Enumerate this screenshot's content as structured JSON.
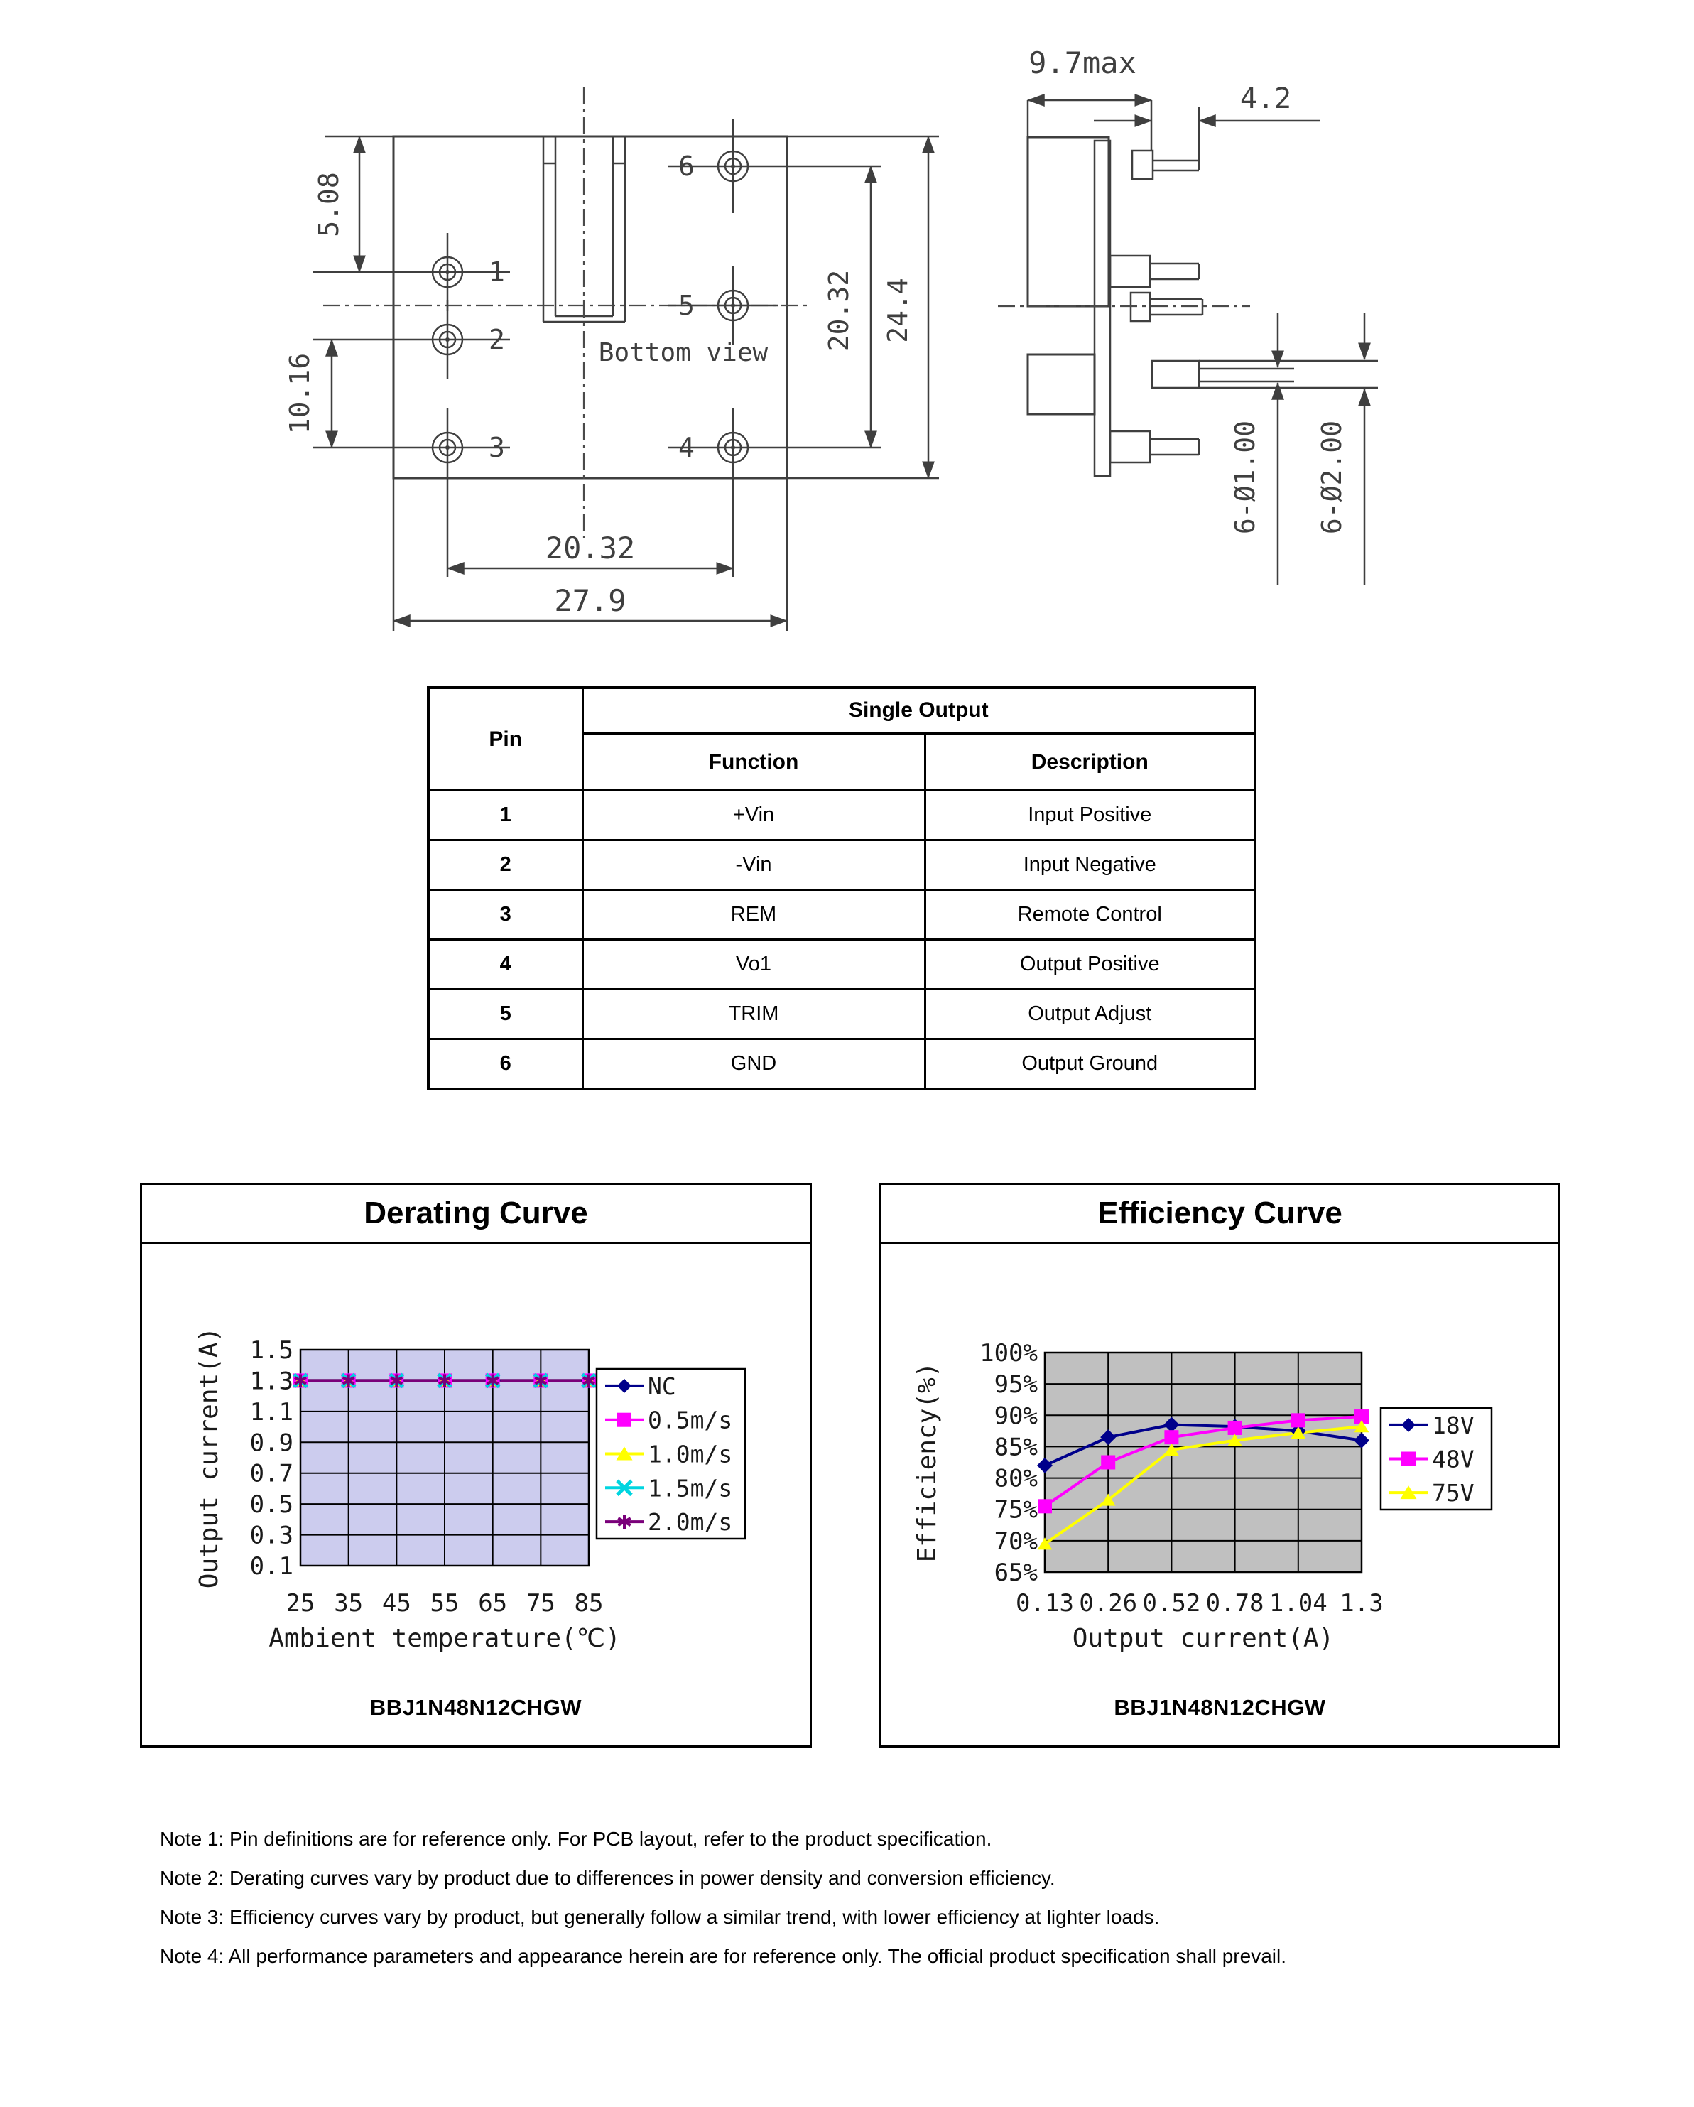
{
  "mech": {
    "bottom_view": {
      "caption": "Bottom view",
      "pin_labels": [
        "1",
        "2",
        "3",
        "4",
        "5",
        "6"
      ],
      "dim_top_offset": "5.08",
      "dim_left_pitch": "10.16",
      "dim_pin_span_h": "20.32",
      "dim_body_width": "27.9",
      "dim_pin_span_v": "20.32",
      "dim_body_height": "24.4"
    },
    "side_view": {
      "dim_depth": "9.7max",
      "dim_pin_length": "4.2",
      "dim_pin_dia_small": "6-Ø1.00",
      "dim_pin_dia_large": "6-Ø2.00"
    }
  },
  "pin_table": {
    "col_pin": "Pin",
    "group_header": "Single Output",
    "col_function": "Function",
    "col_description": "Description",
    "rows": [
      {
        "pin": "1",
        "function": "+Vin",
        "description": "Input Positive"
      },
      {
        "pin": "2",
        "function": "-Vin",
        "description": "Input Negative"
      },
      {
        "pin": "3",
        "function": "REM",
        "description": "Remote Control"
      },
      {
        "pin": "4",
        "function": "Vo1",
        "description": "Output Positive"
      },
      {
        "pin": "5",
        "function": "TRIM",
        "description": "Output Adjust"
      },
      {
        "pin": "6",
        "function": "GND",
        "description": "Output Ground"
      }
    ]
  },
  "chart_data": [
    {
      "type": "line",
      "title": "Derating Curve",
      "model": "BBJ1N48N12CHGW",
      "xlabel": "Ambient temperature(℃)",
      "ylabel": "Output current(A)",
      "x": [
        25,
        35,
        45,
        55,
        65,
        75,
        85
      ],
      "x_ticks": [
        "25",
        "35",
        "45",
        "55",
        "65",
        "75",
        "85"
      ],
      "y_ticks": [
        "1.5",
        "1.3",
        "1.1",
        "0.9",
        "0.7",
        "0.5",
        "0.3",
        "0.1"
      ],
      "ylim": [
        0.1,
        1.5
      ],
      "grid": true,
      "plot_bg": "#ccccee",
      "legend_position": "right",
      "series": [
        {
          "name": "NC",
          "color": "#00008b",
          "marker": "diamond",
          "values": [
            1.3,
            1.3,
            1.3,
            1.3,
            1.3,
            1.3,
            1.3
          ]
        },
        {
          "name": "0.5m/s",
          "color": "#ff00ff",
          "marker": "square",
          "values": [
            1.3,
            1.3,
            1.3,
            1.3,
            1.3,
            1.3,
            1.3
          ]
        },
        {
          "name": "1.0m/s",
          "color": "#ffff00",
          "marker": "triangle",
          "values": [
            1.3,
            1.3,
            1.3,
            1.3,
            1.3,
            1.3,
            1.3
          ]
        },
        {
          "name": "1.5m/s",
          "color": "#00d5e0",
          "marker": "x",
          "values": [
            1.3,
            1.3,
            1.3,
            1.3,
            1.3,
            1.3,
            1.3
          ]
        },
        {
          "name": "2.0m/s",
          "color": "#7a007a",
          "marker": "star",
          "values": [
            1.3,
            1.3,
            1.3,
            1.3,
            1.3,
            1.3,
            1.3
          ]
        }
      ]
    },
    {
      "type": "line",
      "title": "Efficiency Curve",
      "model": "BBJ1N48N12CHGW",
      "xlabel": "Output current(A)",
      "ylabel": "Efficiency(%)",
      "x": [
        0.13,
        0.26,
        0.52,
        0.78,
        1.04,
        1.3
      ],
      "x_ticks": [
        "0.13",
        "0.26",
        "0.52",
        "0.78",
        "1.04",
        "1.3"
      ],
      "y_ticks": [
        "100%",
        "95%",
        "90%",
        "85%",
        "80%",
        "75%",
        "70%",
        "65%"
      ],
      "ylim": [
        65,
        100
      ],
      "grid": true,
      "plot_bg": "#c0c0c0",
      "legend_position": "right",
      "series": [
        {
          "name": "18V",
          "color": "#00008b",
          "marker": "diamond",
          "values": [
            82,
            86.5,
            88.5,
            88.2,
            87.5,
            86
          ]
        },
        {
          "name": "48V",
          "color": "#ff00ff",
          "marker": "square",
          "values": [
            75.5,
            82.5,
            86.5,
            88,
            89.2,
            89.8
          ]
        },
        {
          "name": "75V",
          "color": "#ffff00",
          "marker": "triangle",
          "values": [
            69.5,
            76.5,
            84.5,
            86,
            87.2,
            88.2
          ]
        }
      ]
    }
  ],
  "notes": [
    "Note 1: Pin definitions are for reference only. For PCB layout, refer to the product specification.",
    "Note 2: Derating curves vary by product due to differences in power density and conversion efficiency.",
    "Note 3: Efficiency curves vary by product, but generally follow a similar trend, with lower efficiency at lighter loads.",
    "Note 4: All performance parameters and appearance herein are for reference only. The official product specification shall prevail."
  ]
}
